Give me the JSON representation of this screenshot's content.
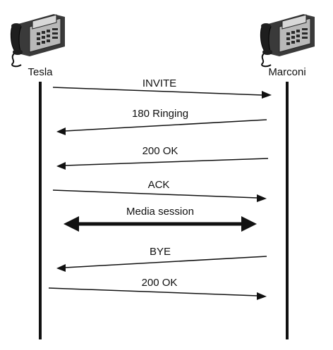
{
  "parties": {
    "left": {
      "name": "Tesla",
      "icon": "desk-phone-icon"
    },
    "right": {
      "name": "Marconi",
      "icon": "desk-phone-icon"
    }
  },
  "messages": [
    {
      "label": "INVITE",
      "direction": "left-to-right"
    },
    {
      "label": "180 Ringing",
      "direction": "right-to-left"
    },
    {
      "label": "200 OK",
      "direction": "right-to-left"
    },
    {
      "label": "ACK",
      "direction": "left-to-right"
    },
    {
      "label": "Media session",
      "direction": "both"
    },
    {
      "label": "BYE",
      "direction": "right-to-left"
    },
    {
      "label": "200 OK",
      "direction": "left-to-right"
    }
  ]
}
